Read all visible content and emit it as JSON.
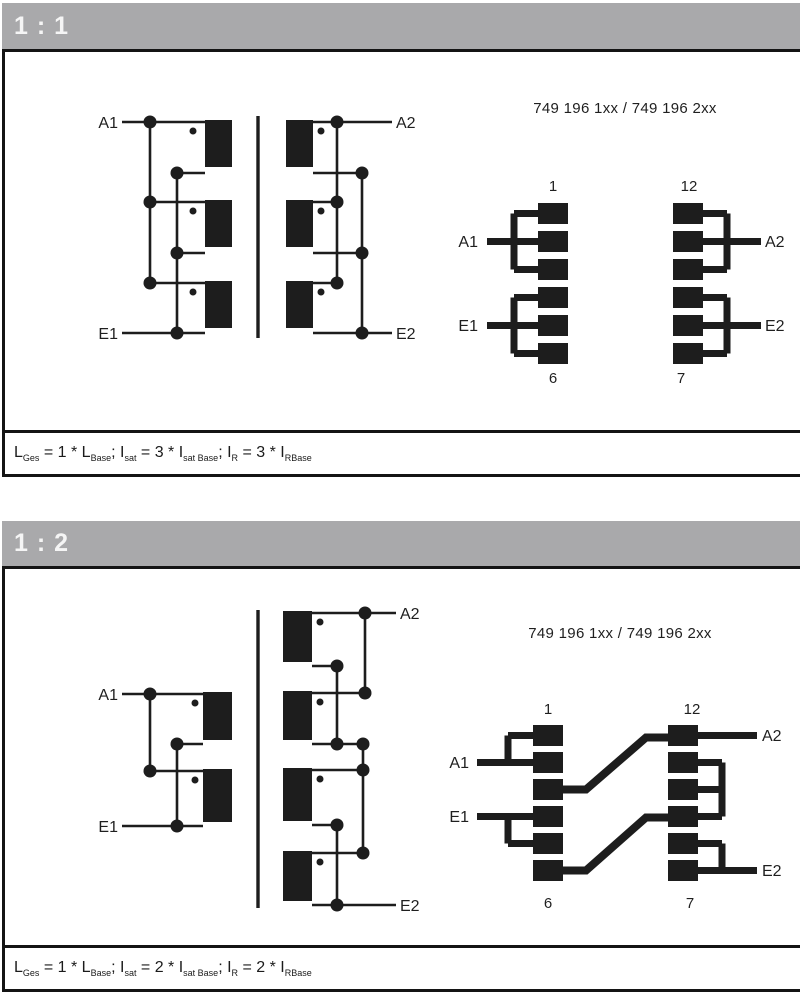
{
  "panel1": {
    "header": "1 : 1",
    "schematic": {
      "a1": "A1",
      "e1": "E1",
      "a2": "A2",
      "e2": "E2"
    },
    "pinout": {
      "title": "749 196 1xx / 749 196 2xx",
      "a1": "A1",
      "e1": "E1",
      "a2": "A2",
      "e2": "E2",
      "pin1": "1",
      "pin6": "6",
      "pin12": "12",
      "pin7": "7"
    },
    "formula": [
      {
        "m": "L",
        "s": "Ges"
      },
      {
        "m": " = 1 * L",
        "s": "Base"
      },
      {
        "m": "; I",
        "s": "sat"
      },
      {
        "m": " = 3 * I",
        "s": "sat Base"
      },
      {
        "m": "; I",
        "s": "R"
      },
      {
        "m": " = 3 * I",
        "s": "RBase"
      }
    ]
  },
  "panel2": {
    "header": "1 : 2",
    "schematic": {
      "a1": "A1",
      "e1": "E1",
      "a2": "A2",
      "e2": "E2"
    },
    "pinout": {
      "title": "749 196 1xx / 749 196 2xx",
      "a1": "A1",
      "e1": "E1",
      "a2": "A2",
      "e2": "E2",
      "pin1": "1",
      "pin6": "6",
      "pin12": "12",
      "pin7": "7"
    },
    "formula": [
      {
        "m": "L",
        "s": "Ges"
      },
      {
        "m": " = 1 * L",
        "s": "Base"
      },
      {
        "m": "; I",
        "s": "sat"
      },
      {
        "m": " = 2 * I",
        "s": "sat Base"
      },
      {
        "m": "; I",
        "s": "R"
      },
      {
        "m": " = 2 * I",
        "s": "RBase"
      }
    ]
  },
  "colors": {
    "header_bg": "#a9a9ab",
    "ink": "#1d1d1d",
    "border": "#141414"
  }
}
